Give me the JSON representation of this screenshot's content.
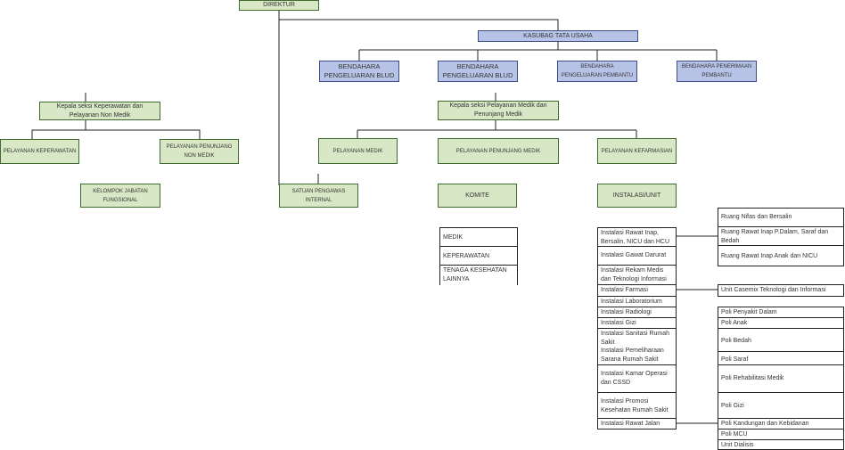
{
  "direktur": "DIREKTUR",
  "kasubag": "KASUBAG TATA USAHA",
  "bendahara": [
    "BENDAHARA PENGELUARAN BLUD",
    "BENDAHARA PENGELUARAN BLUD",
    "BENDAHARA PENGELUARAN PEMBANTU",
    "BENDAHARA PENERIMAAN PEMBANTU"
  ],
  "kasi_keperawatan": "Kepala seksi Keperawatan dan Pelayanan Non Medik",
  "kasi_medik": "Kepala seksi Pelayanan Medik dan Penunjang Medik",
  "pelayanan_keperawatan": "PELAYANAN KEPERAWATAN",
  "pelayanan_penunjang_nonmedik": "PELAYANAN PENUNJANG NON MEDIK",
  "kelompok_jabatan": "KELOMPOK JABATAN FUNGSIONAL",
  "satuan_pengawas": "SATUAN PENGAWAS INTERNAL",
  "pelayanan_medik": "PELAYANAN MEDIK",
  "pelayanan_penunjang_medik": "PELAYANAN PENUNJANG MEDIK",
  "pelayanan_kefarmasian": "PELAYANAN KEFARMASIAN",
  "komite": "KOMITE",
  "komite_items": [
    "MEDIK",
    "KEPERAWATAN",
    "TENAGA KESEHATAN LAINNYA"
  ],
  "instalasi": "INSTALASI/UNIT",
  "instalasi_items": [
    "Instalasi Rawat Inap, Bersalin, NICU dan HCU",
    "Instalasi Gawat Darurat",
    "Instalasi Rekam Medis dan Teknologi Informasi",
    "Instalasi Farmasi",
    "Instalasi Laboratorium",
    "Instalasi Radiologi",
    "Instalasi Gizi",
    "Instalasi Sanitasi Rumah Sakit",
    "Instalasi Pemeliharaan Sarana Rumah Sakit",
    "Instalasi Kamar Operasi dan CSSD",
    "Instalasi Promosi Kesehatan Rumah Sakit",
    "Instalasi Rawat Jalan"
  ],
  "ruang_items": [
    "Ruang Nifas dan Bersalin",
    "Ruang Rawat Inap P.Dalam, Saraf dan Bedah",
    "Ruang Rawat Inap Anak dan NICU"
  ],
  "unit_casemix": "Unit Casemix Teknologi dan Informasi",
  "poli_items": [
    "Poli Penyakit Dalam",
    "Poli Anak",
    "Poli Bedah",
    "Poli Saraf",
    "Poli Rehabilitasi Medik",
    "Poli Gizi",
    "Poli Kandungan dan Kebidanan",
    "Poli MCU",
    "Unit Dialisis"
  ]
}
